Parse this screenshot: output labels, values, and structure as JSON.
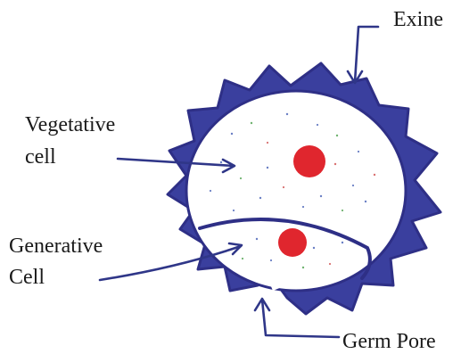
{
  "labels": {
    "exine": "Exine",
    "vegetative_line1": "Vegetative",
    "vegetative_line2": "cell",
    "generative_line1": "Generative",
    "generative_line2": "Cell",
    "germ_pore": "Germ Pore"
  },
  "colors": {
    "wall": "#3a3f9e",
    "wall_dark": "#2e2f86",
    "nucleus": "#e0262e",
    "arrow": "#2f3688",
    "speckle_blue": "#6a7fc4",
    "speckle_red": "#d97070",
    "speckle_green": "#6fb36f"
  }
}
